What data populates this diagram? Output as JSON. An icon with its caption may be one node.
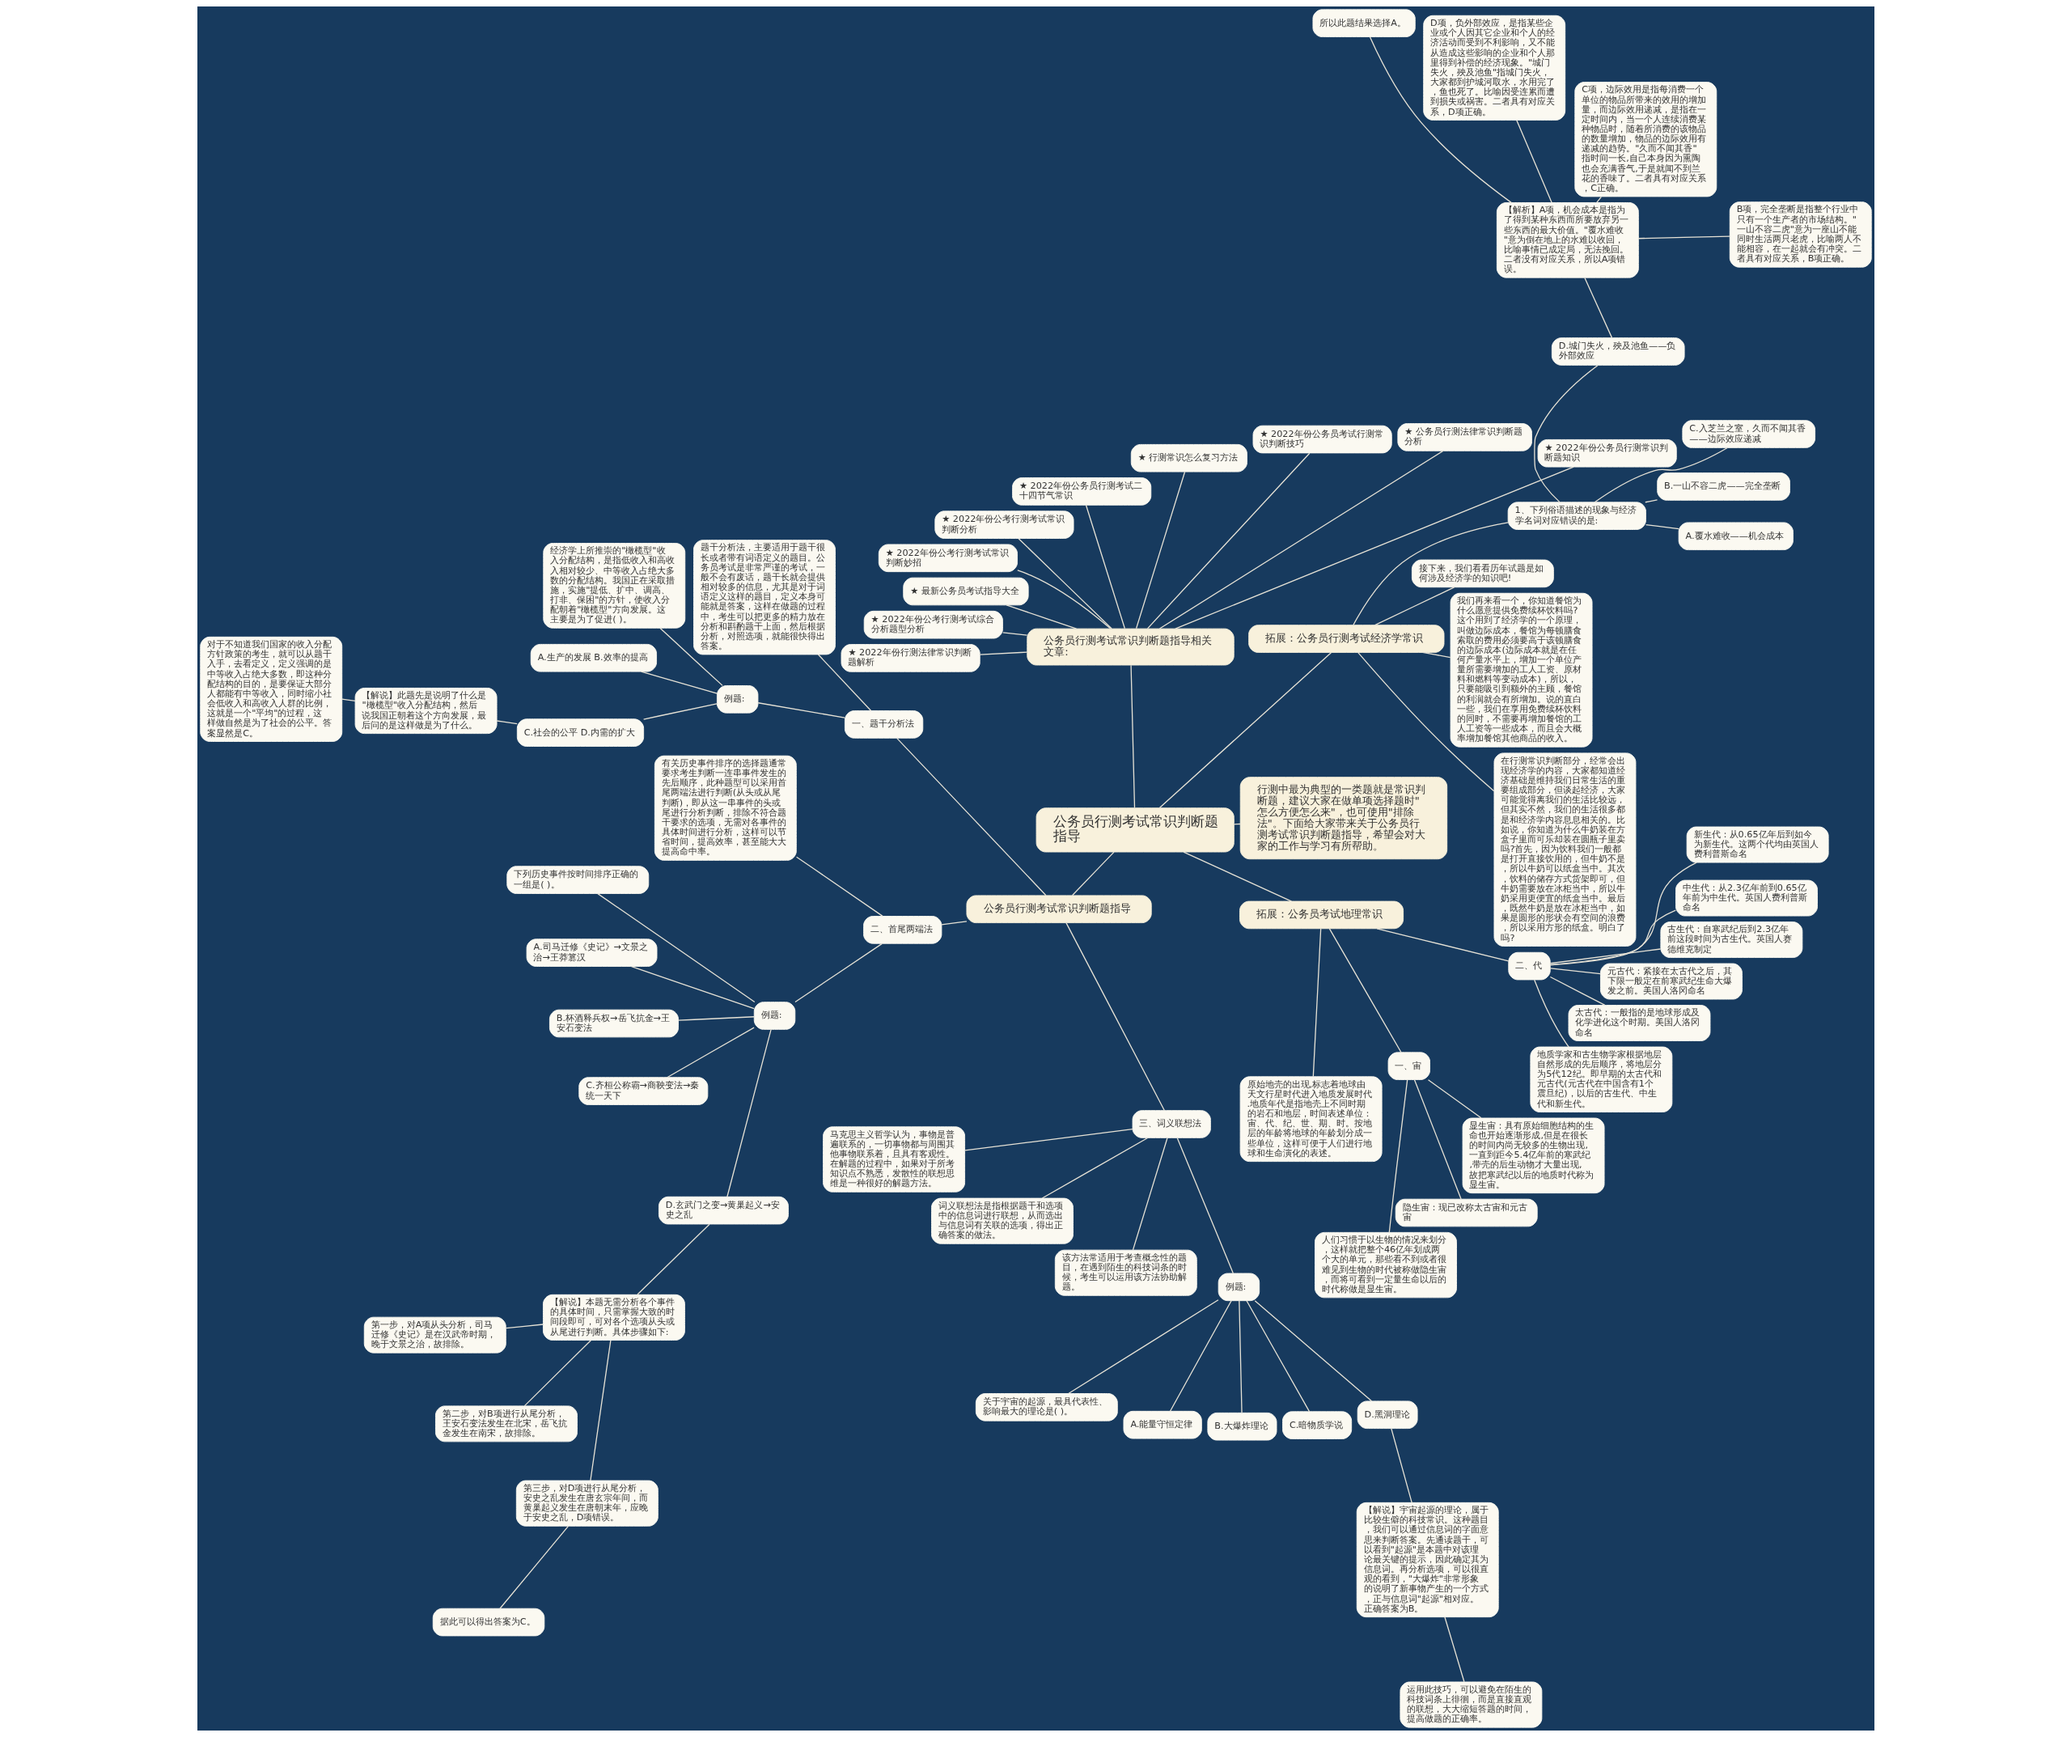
{
  "diagram": {
    "nodes": [
      {
        "text": [
          "公务员行测考试常识判断题指导"
        ]
      },
      {
        "text": [
          "公务员行测考试常识判断题指导"
        ]
      },
      {
        "text": [
          "一、题干分析法"
        ]
      },
      {
        "text": [
          "题干分析法，主要适用于题干很长或者带有词语定义的题目。公务员考试是非常严谨的考试，一般不会有废话，题干长就会提供相对较多的信息，尤其是对于词语定义这样的题目，定义本身可能就是答案，这样在做题的过程中，考生可以把更多的精力放在分析和斟酌题干上面，然后根据分析，对照选项，就能很快得出答案。"
        ]
      },
      {
        "text": [
          "例题:"
        ]
      },
      {
        "text": [
          "经济学上所推崇的\"橄榄型\"收入分配结构，是指低收入和高收入相对较少、中等收入占绝大多数的分配结构。我国正在采取措施，实施\"提低、扩中、调高、打非、保困\"的方针，使收入分配朝着\"橄榄型\"方向发展。这主要是为了促进( )。"
        ]
      },
      {
        "text": [
          "A.生产的发展 B.效率的提高"
        ]
      },
      {
        "text": [
          "C.社会的公平 D.内需的扩大"
        ]
      },
      {
        "text": [
          "【解说】此题先是说明了什么是\"橄榄型\"收入分配结构，然后说我国正朝着这个方向发展，最后问的是这样做是为了什么。"
        ]
      },
      {
        "text": [
          "对于不知道我们国家的收入分配方针政策的考生，就可以从题干入手，去看定义，定义强调的是中等收入占绝大多数，即这种分配结构的目的，是要保证大部分人都能有中等收入，同时缩小社会低收入和高收入人群的比例，这就是一个\"平均\"的过程，这样做自然是为了社会的公平。答案显然是C。"
        ]
      },
      {
        "text": [
          "二、首尾两端法"
        ]
      },
      {
        "text": [
          "有关历史事件排序的选择题通常要求考生判断一连串事件发生的先后顺序，此种题型可以采用首尾两端法进行判断(从头或从尾判断)，即从这一串事件的头或尾进行分析判断，排除不符合题干要求的选项，无需对各事件的具体时间进行分析，这样可以节省时间，提高效率，甚至能大大提高命中率。"
        ]
      },
      {
        "text": [
          "例题:"
        ]
      },
      {
        "text": [
          "下列历史事件按时间排序正确的一组是( )。"
        ]
      },
      {
        "text": [
          "A.司马迁修《史记》→文景之治→王莽篡汉"
        ]
      },
      {
        "text": [
          "B.杯酒释兵权→岳飞抗金→王安石变法"
        ]
      },
      {
        "text": [
          "C.齐桓公称霸→商鞅变法→秦统一天下"
        ]
      },
      {
        "text": [
          "D.玄武门之变→黄巢起义→安史之乱"
        ]
      },
      {
        "text": [
          "【解说】本题无需分析各个事件的具体时间，只需掌握大致的时间段即可，可对各个选项从头或从尾进行判断。具体步骤如下:"
        ]
      },
      {
        "text": [
          "第一步，对A项从头分析，司马迁修《史记》是在汉武帝时期，晚于文景之治，故排除。"
        ]
      },
      {
        "text": [
          "第二步，对B项进行从尾分析，王安石变法发生在北宋，岳飞抗金发生在南宋，故排除。"
        ]
      },
      {
        "text": [
          "第三步，对D项进行从尾分析，安史之乱发生在唐玄宗年间，而黄巢起义发生在唐朝末年，应晚于安史之乱，D项错误。"
        ]
      },
      {
        "text": [
          "据此可以得出答案为C。"
        ]
      },
      {
        "text": [
          "三、词义联想法"
        ]
      },
      {
        "text": [
          "马克思主义哲学认为，事物是普遍联系的，一切事物都与周围其他事物联系着，且具有客观性。在解题的过程中，如果对于所考知识点不熟悉，发散性的联想思维是一种很好的解题方法。"
        ]
      },
      {
        "text": [
          "词义联想法是指根据题干和选项中的信息词进行联想，从而选出与信息词有关联的选项，得出正确答案的做法。"
        ]
      },
      {
        "text": [
          "该方法常适用于考查概念性的题目，在遇到陌生的科技词条的时候，考生可以运用该方法协助解题。"
        ]
      },
      {
        "text": [
          "例题:"
        ]
      },
      {
        "text": [
          "关于宇宙的起源，最具代表性、影响最大的理论是( )。"
        ]
      },
      {
        "text": [
          "A.能量守恒定律"
        ]
      },
      {
        "text": [
          "B.大爆炸理论"
        ]
      },
      {
        "text": [
          "C.暗物质学说"
        ]
      },
      {
        "text": [
          "D.黑洞理论"
        ]
      },
      {
        "text": [
          "【解说】宇宙起源的理论，属于比较生僻的科技常识。这种题目，我们可以通过信息词的字面意思来判断答案。先通读题干，可以看到\"起源\"是本题中对该理论最关键的提示，因此确定其为信息词。再分析选项，可以很直观的看到，\"大爆炸\"非常形象的说明了新事物产生的一个方式，正与信息词\"起源\"相对应。正确答案为B。"
        ]
      },
      {
        "text": [
          "运用此技巧，可以避免在陌生的科技词条上徘徊，而是直接直观的联想，大大缩短答题的时间，提高做题的正确率。"
        ]
      },
      {
        "text": [
          "拓展：公务员考试地理常识"
        ]
      },
      {
        "text": [
          "原始地壳的出现,标志着地球由天文行星时代进入地质发展时代.地质年代是指地壳上不同时期的岩石和地层，时间表述单位：宙、代、纪、世、期、时。按地层的年龄将地球的年龄划分成一些单位，这样可便于人们进行地球和生命演化的表述。"
        ]
      },
      {
        "text": [
          "一、宙"
        ]
      },
      {
        "text": [
          "人们习惯于以生物的情况来划分，这样就把整个46亿年划成两个大的单元，那些看不到或者很难见到生物的时代被称做隐生宙，而将可看到一定量生命以后的时代称做是显生宙。"
        ]
      },
      {
        "text": [
          "隐生宙：现已改称太古宙和元古宙"
        ]
      },
      {
        "text": [
          "显生宙：具有原始细胞结构的生命也开始逐渐形成,但是在很长的时间内尚无较多的生物出现,一直到距今5.4亿年前的寒武纪,带壳的后生动物才大量出现,故把寒武纪以后的地质时代称为显生宙。"
        ]
      },
      {
        "text": [
          "二、代"
        ]
      },
      {
        "text": [
          "地质学家和古生物学家根据地层自然形成的先后顺序，将地层分为5代12纪。即早期的太古代和元古代(元古代在中国含有1个震旦纪)，以后的古生代、中生代和新生代。"
        ]
      },
      {
        "text": [
          "太古代：一般指的是地球形成及化学进化这个时期。美国人洛冈命名"
        ]
      },
      {
        "text": [
          "元古代：紧接在太古代之后，其下限一般定在前寒武纪生命大爆发之前。美国人洛冈命名"
        ]
      },
      {
        "text": [
          "古生代：自寒武纪后到2.3亿年前这段时间为古生代。英国人赛德维克制定"
        ]
      },
      {
        "text": [
          "中生代：从2.3亿年前到0.65亿年前为中生代。英国人费利普斯命名"
        ]
      },
      {
        "text": [
          "新生代：从0.65亿年后到如今为新生代。这两个代均由英国人费利普斯命名"
        ]
      },
      {
        "text": [
          "行测中最为典型的一类题就是常识判断题，建议大家在做单项选择题时\"怎么方便怎么来\"，也可使用\"排除法\"。下面给大家带来关于公务员行测考试常识判断题指导，希望会对大家的工作与学习有所帮助。"
        ]
      },
      {
        "text": [
          "拓展：公务员行测考试经济学常识"
        ]
      },
      {
        "text": [
          "在行测常识判断部分，经常会出现经济学的内容，大家都知道经济基础是维持我们日常生活的重要组成部分，但谈起经济，大家可能觉得离我们的生活比较远，但其实不然，我们的生活很多都是和经济学内容息息相关的。比如说，你知道为什么牛奶装在方盒子里而可乐却装在圆瓶子里卖吗?首先，因为饮料我们一般都是打开直接饮用的，但牛奶不是，所以牛奶可以纸盒当中。其次，饮料的储存方式货架即可，但牛奶需要放在冰柜当中，所以牛奶采用更便宜的纸盒当中。最后，既然牛奶是放在冰柜当中，如果是圆形的形状会有空间的浪费，所以采用方形的纸盒。明白了吗?"
        ]
      },
      {
        "text": [
          "我们再来看一个，你知道餐馆为什么愿意提供免费续杯饮料吗?这个用到了经济学的一个原理，叫做边际成本，餐馆为每顿膳食索取的费用必须要高于该顿膳食的边际成本(边际成本就是在任何产量水平上，增加一个单位产量所需要增加的工人工资、原材料和燃料等变动成本)，所以，只要能吸引到额外的主顾，餐馆的利润就会有所增加。说的直白一些，我们在享用免费续杯饮料的同时，不需要再增加餐馆的工人工资等一些成本，而且会大概率增加餐馆其他商品的收入。"
        ]
      },
      {
        "text": [
          "接下来，我们看看历年试题是如何涉及经济学的知识吧!"
        ]
      },
      {
        "text": [
          "1、下列俗语描述的现象与经济学名词对应错误的是:"
        ]
      },
      {
        "text": [
          "A.覆水难收——机会成本"
        ]
      },
      {
        "text": [
          "B.一山不容二虎——完全垄断"
        ]
      },
      {
        "text": [
          "C.入芝兰之室，久而不闻其香——边际效应递减"
        ]
      },
      {
        "text": [
          "D.城门失火，殃及池鱼——负外部效应"
        ]
      },
      {
        "text": [
          "【解析】A项，机会成本是指为了得到某种东西而所要放弃另一些东西的最大价值。\"覆水难收\"意为倒在地上的水难以收回，比喻事情已成定局，无法挽回。二者没有对应关系，所以A项错误。"
        ]
      },
      {
        "text": [
          "B项，完全垄断是指整个行业中只有一个生产者的市场结构。\"一山不容二虎\"意为一座山不能同时生活两只老虎，比喻两人不能相容，在一起就会有冲突。二者具有对应关系，B项正确。"
        ]
      },
      {
        "text": [
          "C项，边际效用是指每消费一个单位的物品所带来的效用的增加量，而边际效用递减，是指在一定时间内，当一个人连续消费某种物品时，随着所消费的该物品的数量增加，物品的边际效用有递减的趋势。\"久而不闻其香\"指时间一长,自己本身因为熏陶也会充满香气,于是就闻不到兰花的香味了。二者具有对应关系，C正确。"
        ]
      },
      {
        "text": [
          "D项，负外部效应，是指某些企业或个人因其它企业和个人的经济活动而受到不利影响，又不能从造成这些影响的企业和个人那里得到补偿的经济现象。\"城门失火，殃及池鱼\"指城门失火，大家都到护城河取水，水用完了，鱼也死了。比喻因受连累而遭到损失或祸害。二者具有对应关系，D项正确。"
        ]
      },
      {
        "text": [
          "所以此题结果选择A。"
        ]
      },
      {
        "text": [
          "公务员行测考试常识判断题指导相关文章:"
        ]
      },
      {
        "text": [
          "★ 2022年份公务员行测常识判断题知识"
        ]
      },
      {
        "text": [
          "★ 公务员行测法律常识判断题分析"
        ]
      },
      {
        "text": [
          "★ 2022年份公务员考试行测常识判断技巧"
        ]
      },
      {
        "text": [
          "★ 行测常识怎么复习方法"
        ]
      },
      {
        "text": [
          "★ 2022年份公务员行测考试二十四节气常识"
        ]
      },
      {
        "text": [
          "★ 2022年份公考行测考试常识判断分析"
        ]
      },
      {
        "text": [
          "★ 2022年份公考行测考试常识判断妙招"
        ]
      },
      {
        "text": [
          "★ 最新公务员考试指导大全"
        ]
      },
      {
        "text": [
          "★ 2022年份公考行测考试综合分析题型分析"
        ]
      },
      {
        "text": [
          "★ 2022年份行测法律常识判断题解析"
        ]
      }
    ],
    "edges": [
      {
        "from": 0,
        "to": 1,
        "arrow": "none"
      },
      {
        "from": 1,
        "to": 2,
        "arrow": "none"
      },
      {
        "from": 2,
        "to": 3,
        "arrow": "none"
      },
      {
        "from": 2,
        "to": 4,
        "arrow": "none"
      },
      {
        "from": 4,
        "to": 5,
        "arrow": "none"
      },
      {
        "from": 4,
        "to": 6,
        "arrow": "none"
      },
      {
        "from": 4,
        "to": 7,
        "arrow": "none"
      },
      {
        "from": 7,
        "to": 8,
        "arrow": "none"
      },
      {
        "from": 8,
        "to": 9,
        "arrow": "none"
      },
      {
        "from": 1,
        "to": 10,
        "arrow": "none"
      },
      {
        "from": 10,
        "to": 11,
        "arrow": "none"
      },
      {
        "from": 10,
        "to": 12,
        "arrow": "none"
      },
      {
        "from": 12,
        "to": 13,
        "arrow": "none"
      },
      {
        "from": 12,
        "to": 14,
        "arrow": "none"
      },
      {
        "from": 12,
        "to": 15,
        "arrow": "none"
      },
      {
        "from": 12,
        "to": 16,
        "arrow": "none"
      },
      {
        "from": 12,
        "to": 17,
        "arrow": "none"
      },
      {
        "from": 17,
        "to": 18,
        "arrow": "none"
      },
      {
        "from": 18,
        "to": 19,
        "arrow": "none"
      },
      {
        "from": 18,
        "to": 20,
        "arrow": "none"
      },
      {
        "from": 18,
        "to": 21,
        "arrow": "none"
      },
      {
        "from": 21,
        "to": 22,
        "arrow": "none"
      },
      {
        "from": 1,
        "to": 23,
        "arrow": "none"
      },
      {
        "from": 23,
        "to": 24,
        "arrow": "none"
      },
      {
        "from": 23,
        "to": 25,
        "arrow": "none"
      },
      {
        "from": 23,
        "to": 26,
        "arrow": "none"
      },
      {
        "from": 23,
        "to": 27,
        "arrow": "none"
      },
      {
        "from": 27,
        "to": 28,
        "arrow": "none"
      },
      {
        "from": 27,
        "to": 29,
        "arrow": "none"
      },
      {
        "from": 27,
        "to": 30,
        "arrow": "none"
      },
      {
        "from": 27,
        "to": 31,
        "arrow": "none"
      },
      {
        "from": 27,
        "to": 32,
        "arrow": "none"
      },
      {
        "from": 32,
        "to": 33,
        "arrow": "none"
      },
      {
        "from": 33,
        "to": 34,
        "arrow": "none"
      },
      {
        "from": 0,
        "to": 35,
        "arrow": "none"
      },
      {
        "from": 35,
        "to": 36,
        "arrow": "none"
      },
      {
        "from": 35,
        "to": 37,
        "arrow": "none"
      },
      {
        "from": 37,
        "to": 38,
        "arrow": "none"
      },
      {
        "from": 37,
        "to": 39,
        "arrow": "none"
      },
      {
        "from": 37,
        "to": 40,
        "arrow": "none"
      },
      {
        "from": 35,
        "to": 41,
        "arrow": "none"
      },
      {
        "from": 41,
        "to": 42,
        "arrow": "none"
      },
      {
        "from": 41,
        "to": 43,
        "arrow": "none"
      },
      {
        "from": 41,
        "to": 44,
        "arrow": "none"
      },
      {
        "from": 41,
        "to": 45,
        "arrow": "none"
      },
      {
        "from": 41,
        "to": 46,
        "arrow": "none"
      },
      {
        "from": 41,
        "to": 47,
        "arrow": "none"
      },
      {
        "from": 0,
        "to": 48,
        "arrow": "none"
      },
      {
        "from": 0,
        "to": 49,
        "arrow": "none"
      },
      {
        "from": 49,
        "to": 50,
        "arrow": "none"
      },
      {
        "from": 49,
        "to": 51,
        "arrow": "none"
      },
      {
        "from": 49,
        "to": 52,
        "arrow": "none"
      },
      {
        "from": 49,
        "to": 53,
        "arrow": "none"
      },
      {
        "from": 53,
        "to": 54,
        "arrow": "none"
      },
      {
        "from": 53,
        "to": 55,
        "arrow": "none"
      },
      {
        "from": 53,
        "to": 56,
        "arrow": "none"
      },
      {
        "from": 53,
        "to": 57,
        "arrow": "none"
      },
      {
        "from": 57,
        "to": 58,
        "arrow": "none"
      },
      {
        "from": 58,
        "to": 59,
        "arrow": "none"
      },
      {
        "from": 58,
        "to": 60,
        "arrow": "none"
      },
      {
        "from": 58,
        "to": 61,
        "arrow": "none"
      },
      {
        "from": 58,
        "to": 62,
        "arrow": "none"
      },
      {
        "from": 0,
        "to": 63,
        "arrow": "none"
      },
      {
        "from": 63,
        "to": 64,
        "arrow": "none"
      },
      {
        "from": 63,
        "to": 65,
        "arrow": "none"
      },
      {
        "from": 63,
        "to": 66,
        "arrow": "none"
      },
      {
        "from": 63,
        "to": 67,
        "arrow": "none"
      },
      {
        "from": 63,
        "to": 68,
        "arrow": "none"
      },
      {
        "from": 63,
        "to": 69,
        "arrow": "none"
      },
      {
        "from": 63,
        "to": 70,
        "arrow": "none"
      },
      {
        "from": 63,
        "to": 71,
        "arrow": "none"
      },
      {
        "from": 63,
        "to": 72,
        "arrow": "none"
      },
      {
        "from": 63,
        "to": 73,
        "arrow": "none"
      }
    ]
  }
}
